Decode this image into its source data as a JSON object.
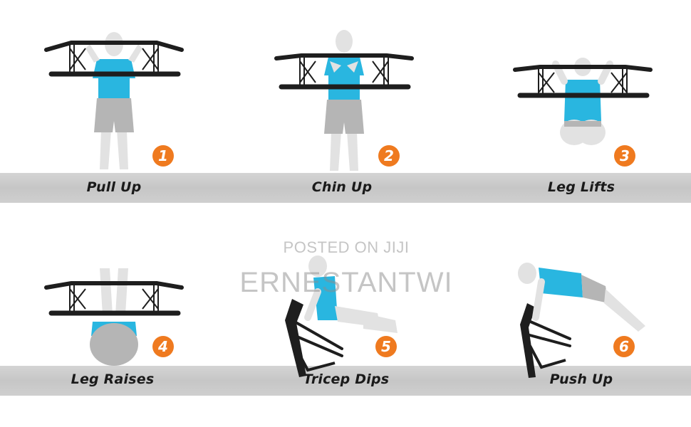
{
  "exercises": [
    {
      "number": "1",
      "label": "Pull Up"
    },
    {
      "number": "2",
      "label": "Chin Up"
    },
    {
      "number": "3",
      "label": "Leg Lifts"
    },
    {
      "number": "4",
      "label": "Leg Raises"
    },
    {
      "number": "5",
      "label": "Tricep Dips"
    },
    {
      "number": "6",
      "label": "Push Up"
    }
  ],
  "watermark": {
    "line1": "POSTED ON JIJI",
    "line2": "ERNESTANTWI"
  },
  "colors": {
    "accent": "#ef7a1f",
    "shirt": "#29b6e0",
    "band": "#c9c9c9",
    "skin": "#e2e2e2",
    "shorts": "#b5b5b5",
    "bar": "#1e1e1e"
  }
}
